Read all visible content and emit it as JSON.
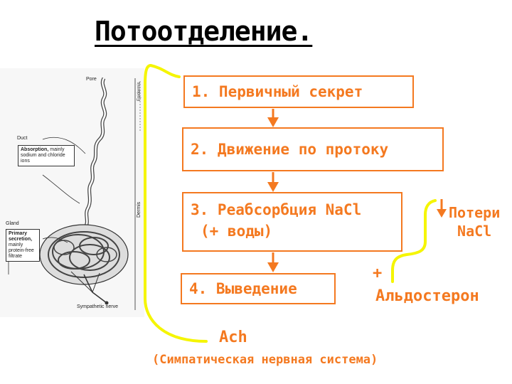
{
  "title": "Потоотделение.",
  "steps": [
    "1. Первичный секрет",
    "2. Движение по протоку",
    "3. Реабсорбция NaCl",
    "(+ воды)",
    "4. Выведение"
  ],
  "ach": "Ach",
  "sympathetic": "(Симпатическая нервная система)",
  "aldosterone": "Альдостерон",
  "plus": "+",
  "losses_line1": "Потери",
  "losses_line2": "NaCl",
  "figure": {
    "pore": "Pore",
    "duct": "Duct",
    "absorption_title": "Absorption,",
    "absorption_rest": "mainly sodium and chloride ions",
    "gland": "Gland",
    "primary_title": "Primary secretion,",
    "primary_rest": "mainly protein-free filtrate",
    "nerve": "Sympathetic nerve",
    "epidermis": "Epidermis",
    "dermis": "Dermis"
  },
  "colors": {
    "accent": "#f47920",
    "highlight": "#f5f500",
    "title": "#000000"
  }
}
